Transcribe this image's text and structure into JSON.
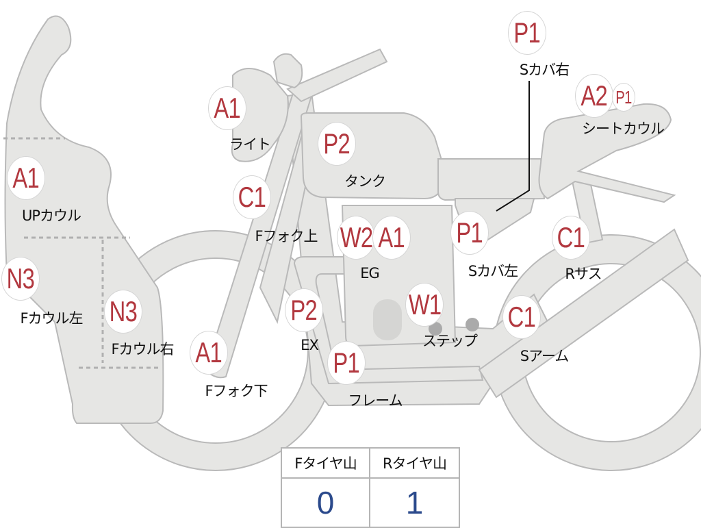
{
  "diagram": {
    "labels": [
      {
        "code": "P1",
        "part": "Sカバ右"
      },
      {
        "code": "A2",
        "code2": "P1",
        "part": "シートカウル"
      },
      {
        "code": "A1",
        "part": "ライト"
      },
      {
        "code": "P2",
        "part": "タンク"
      },
      {
        "code": "A1",
        "part": "UPカウル"
      },
      {
        "code": "C1",
        "part": "Fフォク上"
      },
      {
        "code": "W2",
        "code2": "A1",
        "part": "EG"
      },
      {
        "code": "P1",
        "part": "Sカバ左"
      },
      {
        "code": "C1",
        "part": "Rサス"
      },
      {
        "code": "N3",
        "part": "Fカウル左"
      },
      {
        "code": "N3",
        "part": "Fカウル右"
      },
      {
        "code": "P2",
        "part": "EX"
      },
      {
        "code": "W1",
        "part": "ステップ"
      },
      {
        "code": "C1",
        "part": "Sアーム"
      },
      {
        "code": "A1",
        "part": "Fフォク下"
      },
      {
        "code": "P1",
        "part": "フレーム"
      }
    ]
  },
  "tire_table": {
    "front_label": "Fタイヤ山",
    "rear_label": "Rタイヤ山",
    "front_value": "0",
    "rear_value": "1"
  },
  "colors": {
    "shape_fill": "#e6e6e4",
    "shape_stroke": "#b9b9b9",
    "code_red": "#b2383f",
    "value_blue": "#2b4a8c"
  }
}
